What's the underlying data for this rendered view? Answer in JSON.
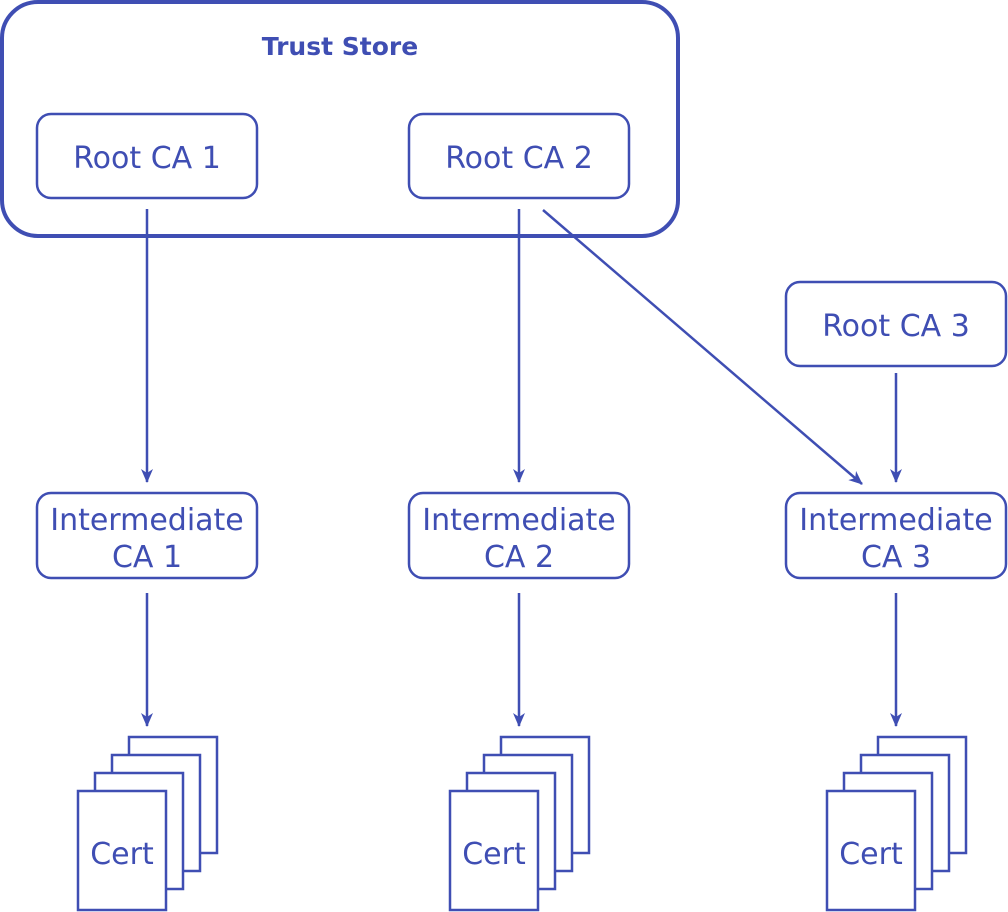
{
  "trust_store": {
    "title": "Trust Store"
  },
  "roots": [
    {
      "label": "Root CA 1"
    },
    {
      "label": "Root CA 2"
    },
    {
      "label": "Root CA 3"
    }
  ],
  "intermediates": [
    {
      "line1": "Intermediate",
      "line2": "CA 1"
    },
    {
      "line1": "Intermediate",
      "line2": "CA 2"
    },
    {
      "line1": "Intermediate",
      "line2": "CA 3"
    }
  ],
  "certs": [
    {
      "label": "Cert"
    },
    {
      "label": "Cert"
    },
    {
      "label": "Cert"
    }
  ],
  "colors": {
    "stroke": "#3f4eb3",
    "background": "#ffffff"
  }
}
